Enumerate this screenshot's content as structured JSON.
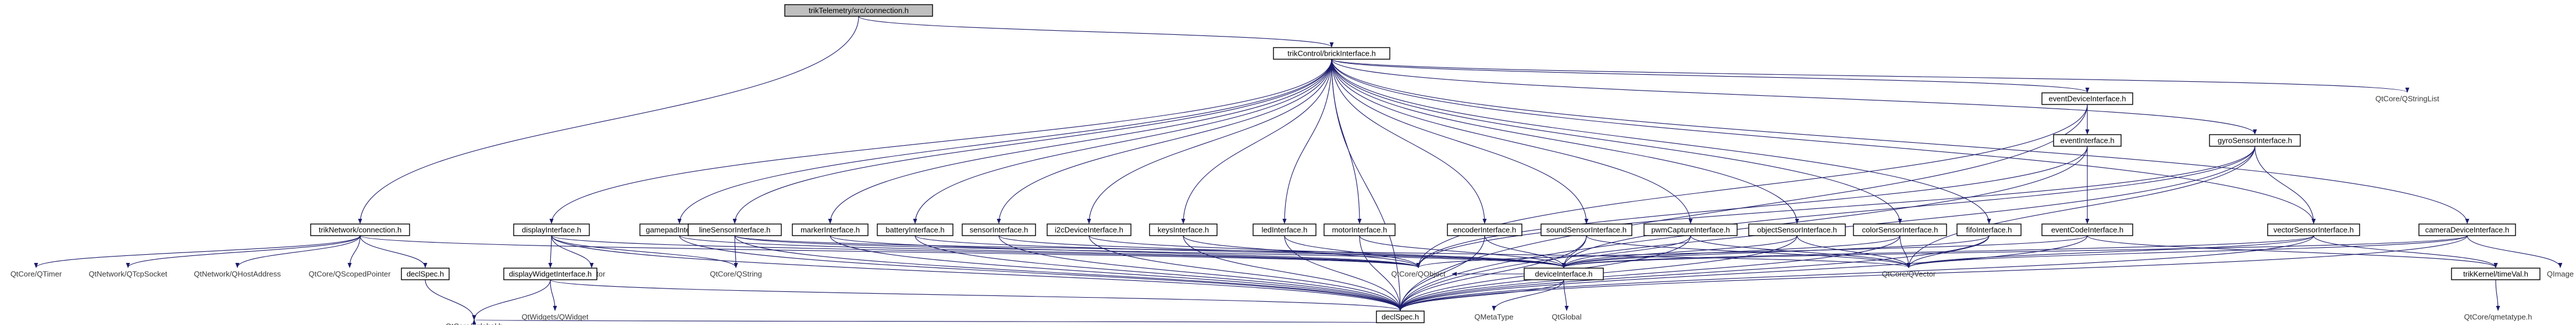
{
  "diagram_type": "include-dependency-graph",
  "colors": {
    "root_fill": "#bfbfbf",
    "node_fill": "#ffffff",
    "node_border": "#000000",
    "edge": "#1c1c6b",
    "external_text": "#3a3a3a"
  },
  "nodes": [
    {
      "id": "connection_h",
      "label": "trikTelemetry/src/connection.h",
      "kind": "root"
    },
    {
      "id": "trikNetwork_connection_h",
      "label": "trikNetwork/connection.h",
      "kind": "box"
    },
    {
      "id": "trikControl_brick_h",
      "label": "trikControl/brickInterface.h",
      "kind": "box"
    },
    {
      "id": "QtCore_QStringList",
      "label": "QtCore/QStringList",
      "kind": "ext"
    },
    {
      "id": "eventDevice_h",
      "label": "eventDeviceInterface.h",
      "kind": "box"
    },
    {
      "id": "event_h",
      "label": "eventInterface.h",
      "kind": "box"
    },
    {
      "id": "eventCode_h",
      "label": "eventCodeInterface.h",
      "kind": "box"
    },
    {
      "id": "gyro_h",
      "label": "gyroSensorInterface.h",
      "kind": "box"
    },
    {
      "id": "vector_h",
      "label": "vectorSensorInterface.h",
      "kind": "box"
    },
    {
      "id": "camera_h",
      "label": "cameraDeviceInterface.h",
      "kind": "box"
    },
    {
      "id": "QtCore_QTimer",
      "label": "QtCore/QTimer",
      "kind": "ext"
    },
    {
      "id": "QtNetwork_QTcpSocket",
      "label": "QtNetwork/QTcpSocket",
      "kind": "ext"
    },
    {
      "id": "QtNetwork_QHostAddress",
      "label": "QtNetwork/QHostAddress",
      "kind": "ext"
    },
    {
      "id": "QtCore_QScopedPointer",
      "label": "QtCore/QScopedPointer",
      "kind": "ext"
    },
    {
      "id": "display_h",
      "label": "displayInterface.h",
      "kind": "box"
    },
    {
      "id": "gamepad_h",
      "label": "gamepadInterface.h",
      "kind": "box"
    },
    {
      "id": "line_h",
      "label": "lineSensorInterface.h",
      "kind": "box"
    },
    {
      "id": "marker_h",
      "label": "markerInterface.h",
      "kind": "box"
    },
    {
      "id": "battery_h",
      "label": "batteryInterface.h",
      "kind": "box"
    },
    {
      "id": "sensor_h",
      "label": "sensorInterface.h",
      "kind": "box"
    },
    {
      "id": "i2c_h",
      "label": "i2cDeviceInterface.h",
      "kind": "box"
    },
    {
      "id": "keys_h",
      "label": "keysInterface.h",
      "kind": "box"
    },
    {
      "id": "led_h",
      "label": "ledInterface.h",
      "kind": "box"
    },
    {
      "id": "motor_h",
      "label": "motorInterface.h",
      "kind": "box"
    },
    {
      "id": "encoder_h",
      "label": "encoderInterface.h",
      "kind": "box"
    },
    {
      "id": "sound_h",
      "label": "soundSensorInterface.h",
      "kind": "box"
    },
    {
      "id": "pwm_h",
      "label": "pwmCaptureInterface.h",
      "kind": "box"
    },
    {
      "id": "object_h",
      "label": "objectSensorInterface.h",
      "kind": "box"
    },
    {
      "id": "color_h",
      "label": "colorSensorInterface.h",
      "kind": "box"
    },
    {
      "id": "fifo_h",
      "label": "fifoInterface.h",
      "kind": "box"
    },
    {
      "id": "QtCore_QObject",
      "label": "QtCore/QObject",
      "kind": "ext"
    },
    {
      "id": "device_h",
      "label": "deviceInterface.h",
      "kind": "box"
    },
    {
      "id": "QtCore_QVector",
      "label": "QtCore/QVector",
      "kind": "ext"
    },
    {
      "id": "QtCore_QString",
      "label": "QtCore/QString",
      "kind": "ext"
    },
    {
      "id": "QVector",
      "label": "QVector",
      "kind": "ext"
    },
    {
      "id": "trikKernel_timeval_h",
      "label": "trikKernel/timeVal.h",
      "kind": "box"
    },
    {
      "id": "QImage",
      "label": "QImage",
      "kind": "ext"
    },
    {
      "id": "displayWidget_h",
      "label": "displayWidgetInterface.h",
      "kind": "box"
    },
    {
      "id": "declSpec_left_h",
      "label": "declSpec.h",
      "kind": "box"
    },
    {
      "id": "declSpec_h",
      "label": "declSpec.h",
      "kind": "box"
    },
    {
      "id": "QMetaType",
      "label": "QMetaType",
      "kind": "ext"
    },
    {
      "id": "QtGlobal",
      "label": "QtGlobal",
      "kind": "ext"
    },
    {
      "id": "QtCore_qmetatype_h",
      "label": "QtCore/qmetatype.h",
      "kind": "ext"
    },
    {
      "id": "QtWidgets_QWidget",
      "label": "QtWidgets/QWidget",
      "kind": "ext"
    },
    {
      "id": "QtCore_qglobal_h",
      "label": "QtCore/qglobal.h",
      "kind": "ext"
    }
  ]
}
